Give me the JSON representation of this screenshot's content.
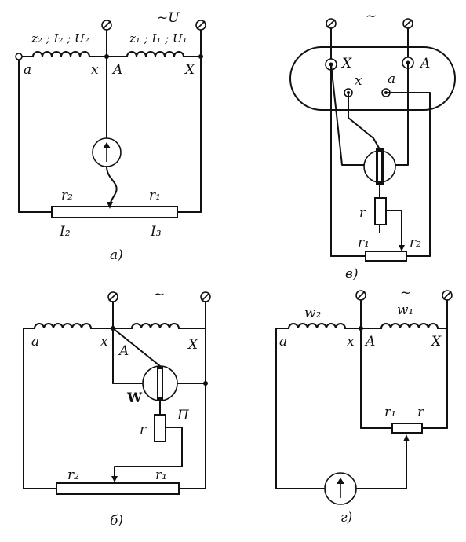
{
  "panel_a": {
    "source": "~U",
    "coil_left": "z₂ ; I₂ ; U₂",
    "coil_right": "z₁ ; I₁ ; U₁",
    "term_a": "a",
    "term_x": "x",
    "term_A": "A",
    "term_X": "X",
    "r2": "r₂",
    "r1": "r₁",
    "I2": "I₂",
    "I3": "I₃",
    "caption": "а)"
  },
  "panel_v": {
    "source": "~",
    "term_X": "X",
    "term_A": "A",
    "term_x": "x",
    "term_a": "a",
    "r": "r",
    "r1": "r₁",
    "r2": "r₂",
    "caption": "в)"
  },
  "panel_b": {
    "source": "~",
    "term_a": "a",
    "term_x": "x",
    "term_A": "A",
    "term_X": "X",
    "wattmeter": "W",
    "r": "r",
    "P": "П",
    "r2": "r₂",
    "r1": "r₁",
    "caption": "б)"
  },
  "panel_g": {
    "source": "~",
    "coil_left": "w₂",
    "coil_right": "w₁",
    "term_a": "a",
    "term_x": "x",
    "term_A": "A",
    "term_X": "X",
    "r1": "r₁",
    "r": "r",
    "caption": "г)"
  }
}
